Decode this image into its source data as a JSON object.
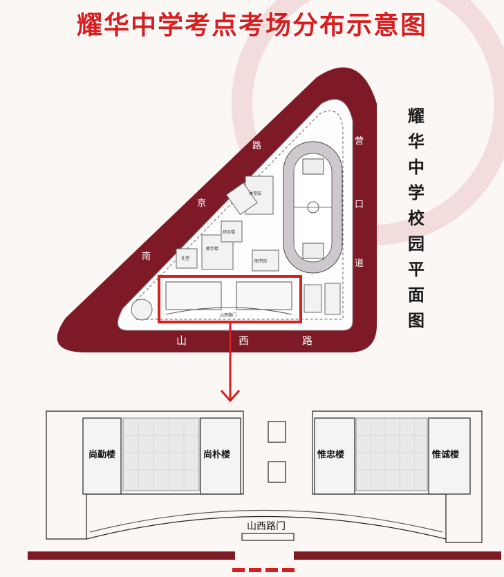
{
  "title": "耀华中学考点考场分布示意图",
  "campus_label_chars": [
    "耀",
    "华",
    "中",
    "学",
    "校",
    "园",
    "平",
    "面",
    "图"
  ],
  "roads": {
    "nanjing": [
      "南",
      "京",
      "路"
    ],
    "yingkou": [
      "营",
      "口",
      "道"
    ],
    "shanxi": [
      "山",
      "西",
      "路"
    ]
  },
  "detail": {
    "buildings": [
      "尚勤楼",
      "尚朴楼",
      "惟忠楼",
      "惟诚楼"
    ],
    "gate": "山西路门"
  },
  "overview": {
    "labels": [
      "体育馆",
      "图书馆",
      "礼堂",
      "教学楼",
      "综合楼",
      "山西路门"
    ]
  },
  "colors": {
    "accent": "#d81e1e",
    "maroon": "#7d1a26"
  }
}
